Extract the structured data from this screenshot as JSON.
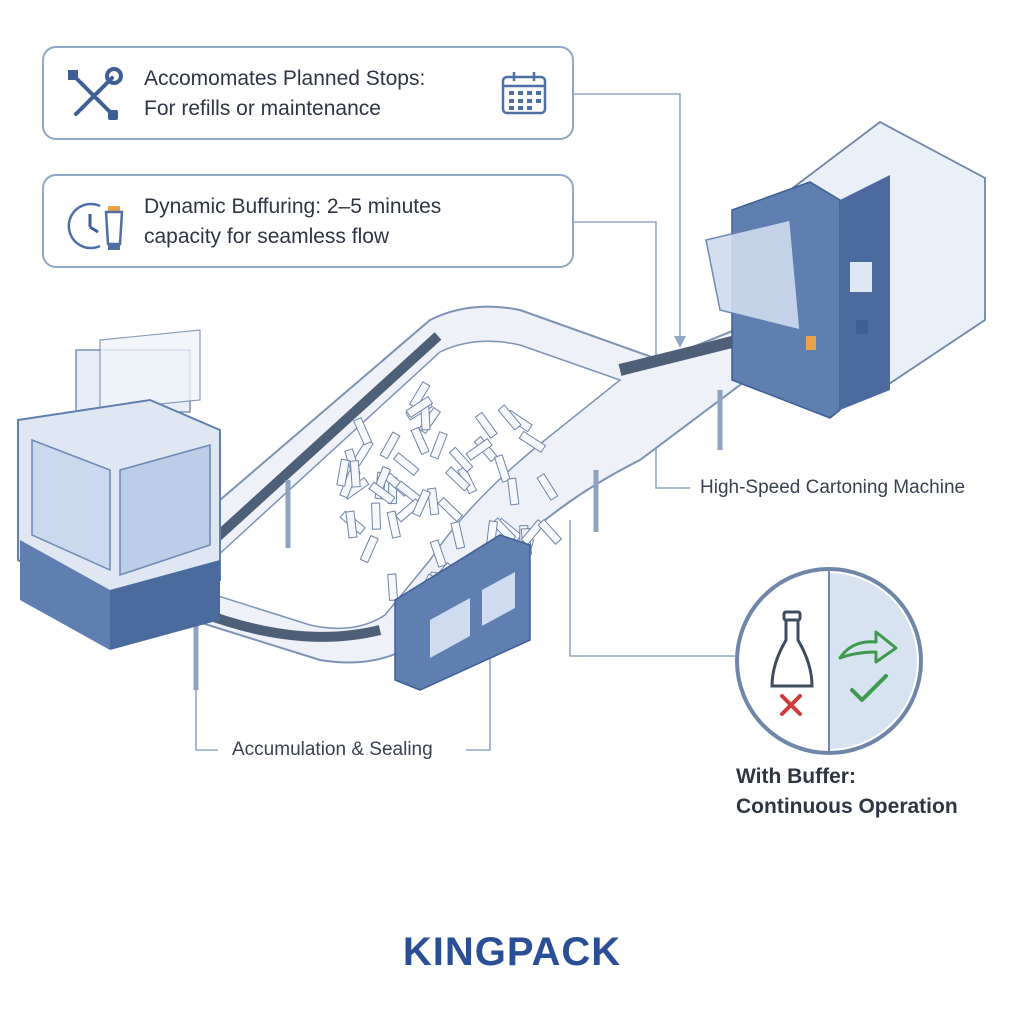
{
  "callouts": {
    "planned_stops": {
      "line1": "Accomomates Planned Stops:",
      "line2": "For refills or maintenance",
      "icon_left": "wrench-screwdriver-icon",
      "icon_right": "calendar-icon"
    },
    "buffering": {
      "line1": "Dynamic Buffuring: 2–5 minutes",
      "line2": "capacity for seamless flow",
      "icon_left": "clock-tube-icon"
    }
  },
  "labels": {
    "cartoning": "High-Speed Cartoning Machine",
    "accumulation": "Accumulation & Sealing",
    "buffer_line1": "With Buffer:",
    "buffer_line2": "Continuous Operation"
  },
  "brand": "KINGPACK",
  "colors": {
    "accent": "#2b4f96",
    "machine_blue": "#5f7fb0",
    "line": "#8fa8c6",
    "red": "#d23b3b",
    "green": "#3f9a4f"
  }
}
